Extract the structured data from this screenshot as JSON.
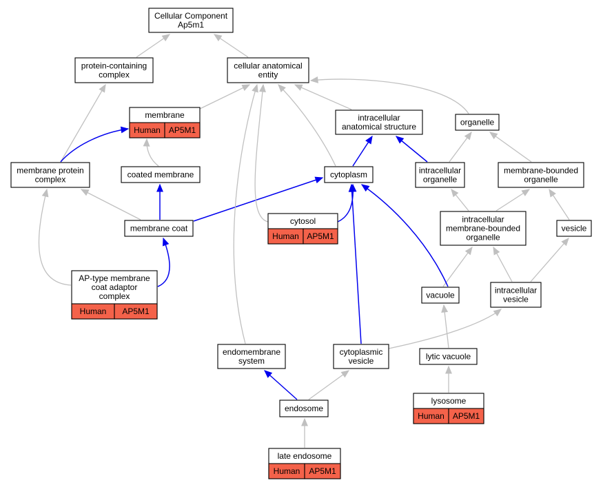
{
  "diagram": {
    "colors": {
      "edge_is_a": "#c0c0c0",
      "edge_part_of": "#0000ee",
      "annotation_fill": "#f4624a",
      "node_border": "#000000"
    },
    "nodes": {
      "root": {
        "lines": [
          "Cellular Component",
          "Ap5m1"
        ]
      },
      "protein_containing_complex": {
        "lines": [
          "protein-containing",
          "complex"
        ]
      },
      "cellular_anatomical_entity": {
        "lines": [
          "cellular anatomical",
          "entity"
        ]
      },
      "membrane": {
        "lines": [
          "membrane"
        ],
        "annotation": [
          "Human",
          "AP5M1"
        ]
      },
      "intracellular_anatomical_structure": {
        "lines": [
          "intracellular",
          "anatomical structure"
        ]
      },
      "organelle": {
        "lines": [
          "organelle"
        ]
      },
      "membrane_protein_complex": {
        "lines": [
          "membrane protein",
          "complex"
        ]
      },
      "coated_membrane": {
        "lines": [
          "coated membrane"
        ]
      },
      "cytoplasm": {
        "lines": [
          "cytoplasm"
        ]
      },
      "intracellular_organelle": {
        "lines": [
          "intracellular",
          "organelle"
        ]
      },
      "membrane_bounded_organelle": {
        "lines": [
          "membrane-bounded",
          "organelle"
        ]
      },
      "membrane_coat": {
        "lines": [
          "membrane coat"
        ]
      },
      "cytosol": {
        "lines": [
          "cytosol"
        ],
        "annotation": [
          "Human",
          "AP5M1"
        ]
      },
      "intracellular_membrane_bounded_organelle": {
        "lines": [
          "intracellular",
          "membrane-bounded",
          "organelle"
        ]
      },
      "vesicle": {
        "lines": [
          "vesicle"
        ]
      },
      "ap_type_membrane_coat_adaptor_complex": {
        "lines": [
          "AP-type membrane",
          "coat adaptor",
          "complex"
        ],
        "annotation": [
          "Human",
          "AP5M1"
        ]
      },
      "vacuole": {
        "lines": [
          "vacuole"
        ]
      },
      "intracellular_vesicle": {
        "lines": [
          "intracellular",
          "vesicle"
        ]
      },
      "endomembrane_system": {
        "lines": [
          "endomembrane",
          "system"
        ]
      },
      "cytoplasmic_vesicle": {
        "lines": [
          "cytoplasmic",
          "vesicle"
        ]
      },
      "lytic_vacuole": {
        "lines": [
          "lytic vacuole"
        ]
      },
      "endosome": {
        "lines": [
          "endosome"
        ]
      },
      "lysosome": {
        "lines": [
          "lysosome"
        ],
        "annotation": [
          "Human",
          "AP5M1"
        ]
      },
      "late_endosome": {
        "lines": [
          "late endosome"
        ],
        "annotation": [
          "Human",
          "AP5M1"
        ]
      }
    },
    "edges": [
      {
        "from": "protein_containing_complex",
        "to": "root",
        "type": "is_a"
      },
      {
        "from": "cellular_anatomical_entity",
        "to": "root",
        "type": "is_a"
      },
      {
        "from": "membrane",
        "to": "cellular_anatomical_entity",
        "type": "is_a"
      },
      {
        "from": "intracellular_anatomical_structure",
        "to": "cellular_anatomical_entity",
        "type": "is_a"
      },
      {
        "from": "organelle",
        "to": "cellular_anatomical_entity",
        "type": "is_a"
      },
      {
        "from": "membrane_protein_complex",
        "to": "protein_containing_complex",
        "type": "is_a"
      },
      {
        "from": "membrane_protein_complex",
        "to": "membrane",
        "type": "part_of"
      },
      {
        "from": "coated_membrane",
        "to": "membrane",
        "type": "is_a"
      },
      {
        "from": "cytoplasm",
        "to": "intracellular_anatomical_structure",
        "type": "part_of"
      },
      {
        "from": "cytoplasm",
        "to": "cellular_anatomical_entity",
        "type": "is_a"
      },
      {
        "from": "intracellular_organelle",
        "to": "intracellular_anatomical_structure",
        "type": "part_of"
      },
      {
        "from": "intracellular_organelle",
        "to": "organelle",
        "type": "is_a"
      },
      {
        "from": "membrane_bounded_organelle",
        "to": "organelle",
        "type": "is_a"
      },
      {
        "from": "membrane_coat",
        "to": "membrane_protein_complex",
        "type": "is_a"
      },
      {
        "from": "membrane_coat",
        "to": "coated_membrane",
        "type": "part_of"
      },
      {
        "from": "membrane_coat",
        "to": "cytoplasm",
        "type": "part_of"
      },
      {
        "from": "cytosol",
        "to": "cellular_anatomical_entity",
        "type": "is_a"
      },
      {
        "from": "cytosol",
        "to": "cytoplasm",
        "type": "part_of"
      },
      {
        "from": "intracellular_membrane_bounded_organelle",
        "to": "intracellular_organelle",
        "type": "is_a"
      },
      {
        "from": "intracellular_membrane_bounded_organelle",
        "to": "membrane_bounded_organelle",
        "type": "is_a"
      },
      {
        "from": "vesicle",
        "to": "membrane_bounded_organelle",
        "type": "is_a"
      },
      {
        "from": "ap_type_membrane_coat_adaptor_complex",
        "to": "membrane_protein_complex",
        "type": "is_a"
      },
      {
        "from": "ap_type_membrane_coat_adaptor_complex",
        "to": "membrane_coat",
        "type": "part_of"
      },
      {
        "from": "vacuole",
        "to": "intracellular_membrane_bounded_organelle",
        "type": "is_a"
      },
      {
        "from": "vacuole",
        "to": "cytoplasm",
        "type": "part_of"
      },
      {
        "from": "intracellular_vesicle",
        "to": "intracellular_membrane_bounded_organelle",
        "type": "is_a"
      },
      {
        "from": "intracellular_vesicle",
        "to": "vesicle",
        "type": "is_a"
      },
      {
        "from": "endomembrane_system",
        "to": "cellular_anatomical_entity",
        "type": "is_a"
      },
      {
        "from": "cytoplasmic_vesicle",
        "to": "intracellular_vesicle",
        "type": "is_a"
      },
      {
        "from": "cytoplasmic_vesicle",
        "to": "cytoplasm",
        "type": "part_of"
      },
      {
        "from": "lytic_vacuole",
        "to": "vacuole",
        "type": "is_a"
      },
      {
        "from": "endosome",
        "to": "endomembrane_system",
        "type": "part_of"
      },
      {
        "from": "endosome",
        "to": "cytoplasmic_vesicle",
        "type": "is_a"
      },
      {
        "from": "lysosome",
        "to": "lytic_vacuole",
        "type": "is_a"
      },
      {
        "from": "late_endosome",
        "to": "endosome",
        "type": "is_a"
      }
    ]
  }
}
